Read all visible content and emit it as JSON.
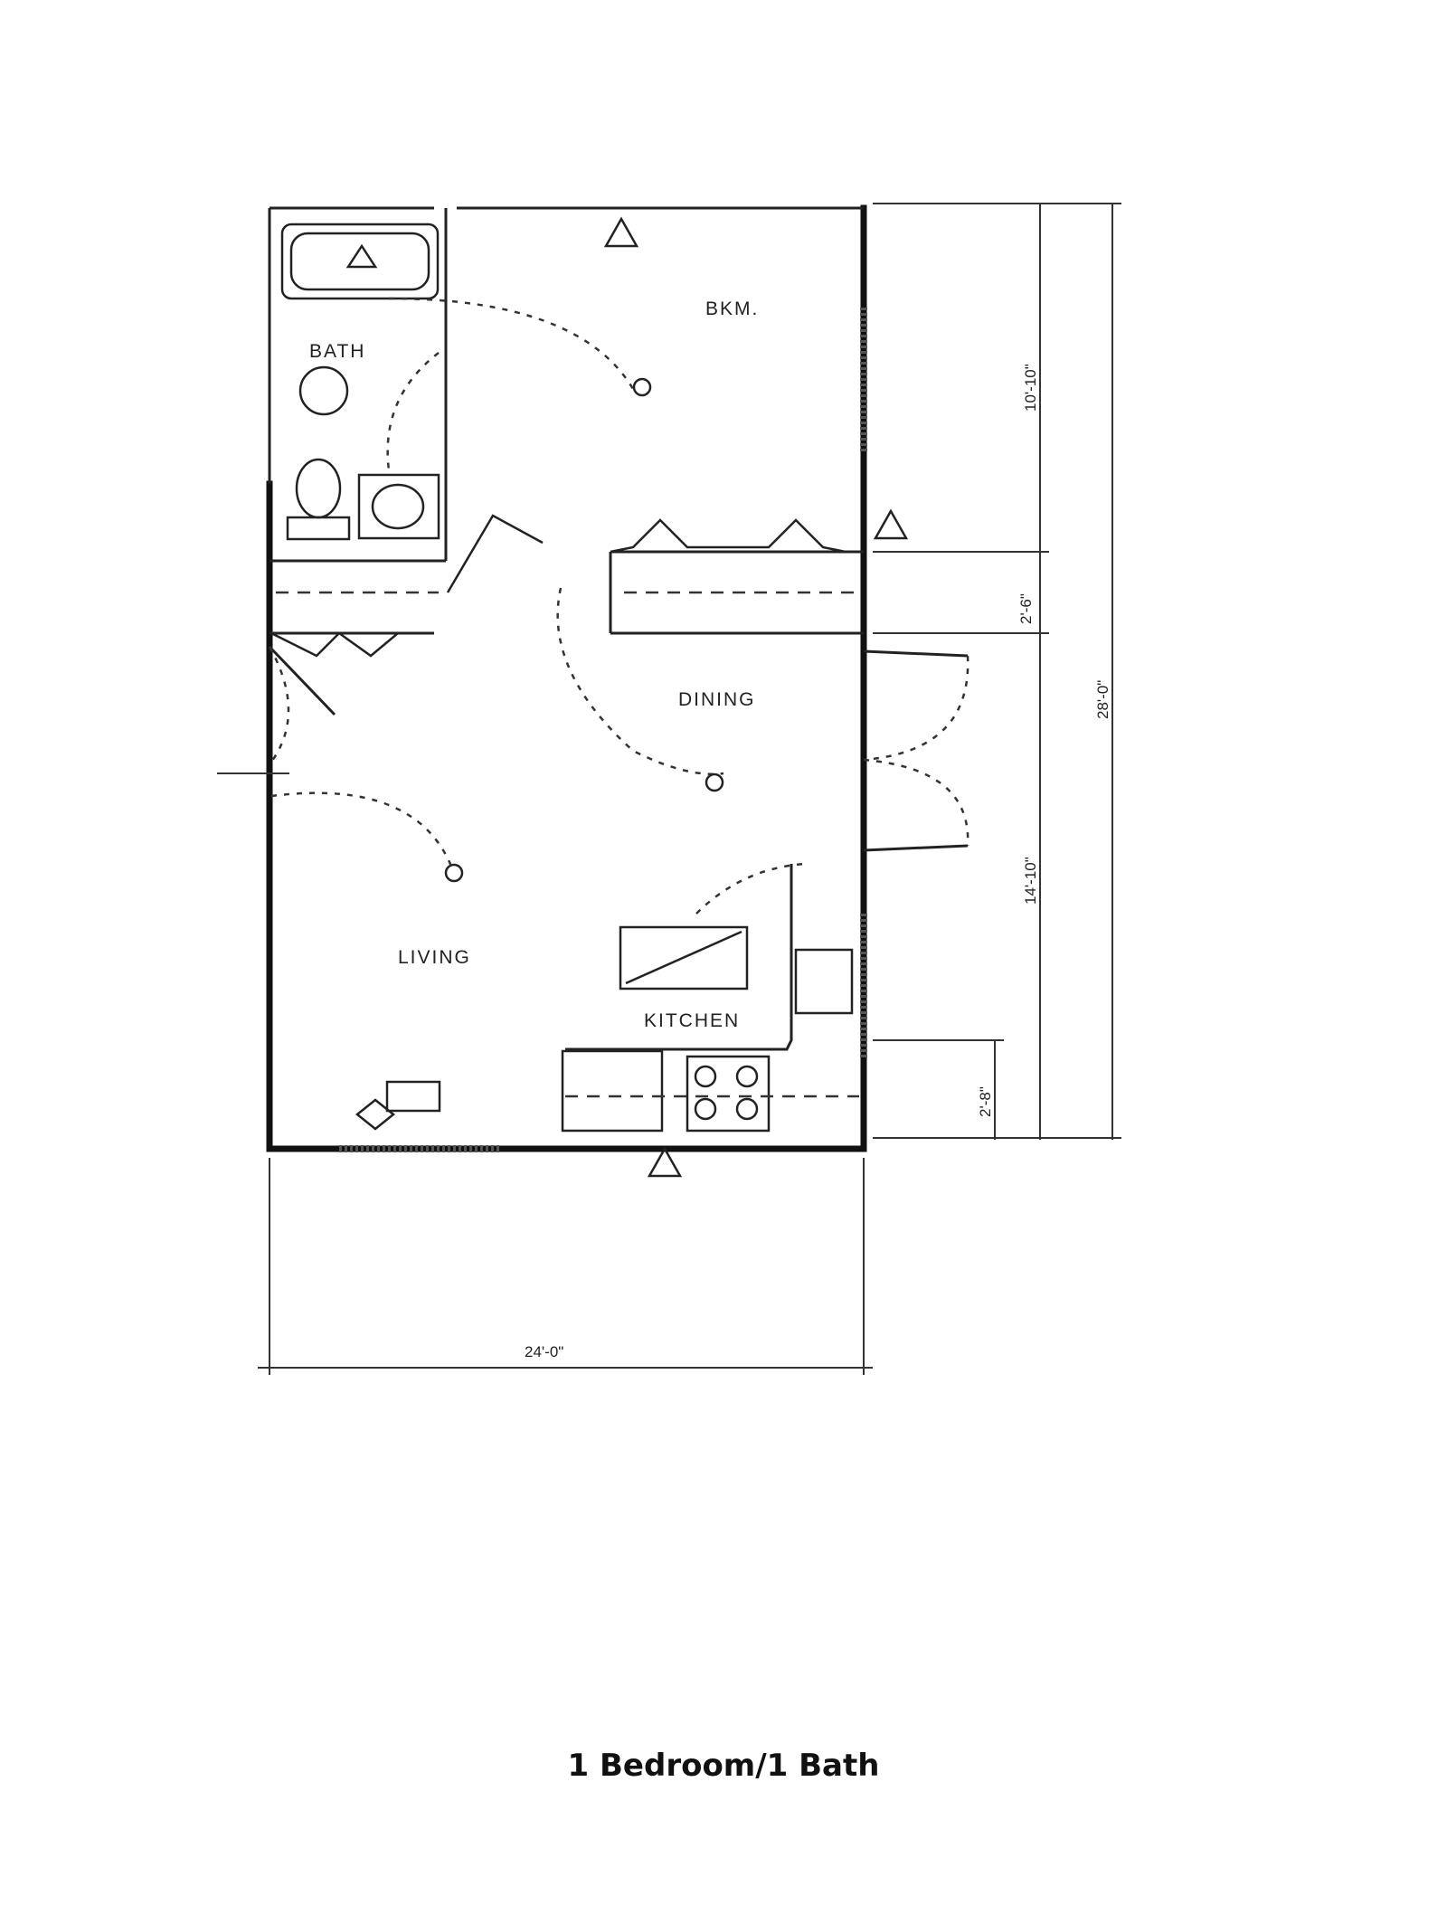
{
  "caption": "1 Bedroom/1 Bath",
  "rooms": {
    "bedroom": "BKM.",
    "bath": "BATH",
    "dining": "DINING",
    "living": "LIVING",
    "kitchen": "KITCHEN"
  },
  "dimensions": {
    "overall_width": "24'-0\"",
    "overall_depth": "28'-0\"",
    "bedroom_depth": "10'-10\"",
    "closet_depth": "2'-6\"",
    "living_depth": "14'-10\"",
    "kitchen_depth": "2'-8\""
  },
  "colors": {
    "ink": "#111111",
    "paper": "#ffffff"
  }
}
